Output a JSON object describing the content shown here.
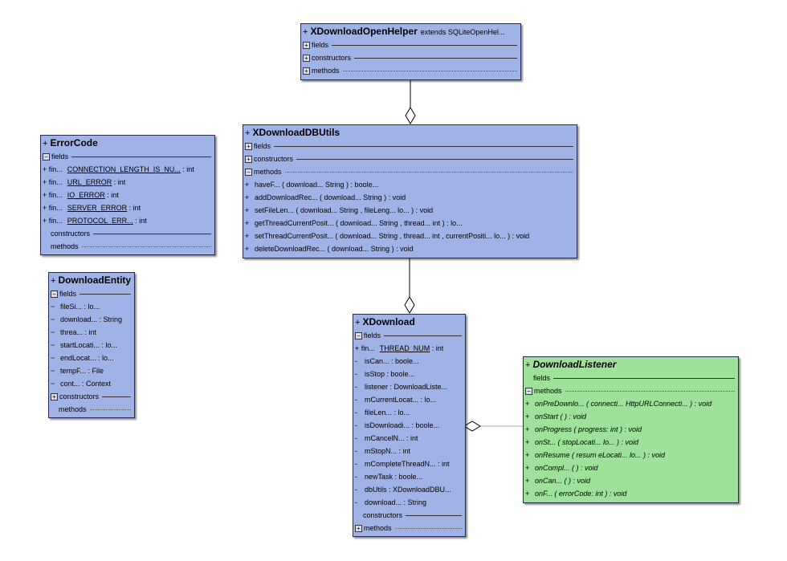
{
  "sections": {
    "fields": "fields",
    "constructors": "constructors",
    "methods": "methods"
  },
  "helper": {
    "name": "XDownloadOpenHelper",
    "extends": "extends  SQLiteOpenHel..."
  },
  "dbutils": {
    "name": "XDownloadDBUtils",
    "methods": [
      "haveF...  ( download...   String ) : boole...",
      "addDownloadRec...   ( download...   String ) : void",
      "setFileLen...   ( download...   String ,  fileLeng...   lo... ) : void",
      "getThreadCurrentPosit...   ( download...   String ,  thread...  int ) : lo...",
      "setThreadCurrentPosit...   ( download...   String ,  thread...  int ,  currentPositi...   lo... ) : void",
      "deleteDownloadRec...   ( download...   String ) : void"
    ]
  },
  "errorcode": {
    "name": "ErrorCode",
    "fields": [
      {
        "prefix": "+ fin...",
        "name": "CONNECTION_LENGTH_IS_NU...",
        "type": " : int"
      },
      {
        "prefix": "+ fin...",
        "name": "URL_ERROR",
        "type": " : int"
      },
      {
        "prefix": "+ fin...",
        "name": "IO_ERROR",
        "type": " : int"
      },
      {
        "prefix": "+ fin...",
        "name": "SERVER_ERROR",
        "type": " : int"
      },
      {
        "prefix": "+ fin...",
        "name": "PROTOCOL_ERR...",
        "type": " : int"
      }
    ]
  },
  "entity": {
    "name": "DownloadEntity",
    "fields": [
      "fileSi...   : lo...",
      "download...   : String",
      "threa...   : int",
      "startLocati...   : lo...",
      "endLocat...   : lo...",
      "tempF...   : File",
      "cont...   : Context"
    ]
  },
  "xdownload": {
    "name": "XDownload",
    "static_field": {
      "prefix": "+ fin...",
      "name": "THREAD_NUM",
      "type": " : int"
    },
    "fields": [
      "isCan...   : boole...",
      "isStop : boole...",
      "listener : DownloadListe...",
      "mCurrentLocat...   : lo...",
      "fileLen...   : lo...",
      "isDownloadi...   : boole...",
      "mCancelN...   : int",
      "mStopN...   : int",
      "mCompleteThreadN...   : int",
      "newTask : boole...",
      "dbUtils : XDownloadDBU...",
      "download...   : String"
    ]
  },
  "listener": {
    "name": "DownloadListener",
    "methods": [
      "onPreDownlo...   ( connecti...   HttpURLConnecti... ) : void",
      "onStart ( ) : void",
      "onProgress ( progress: int ) : void",
      "onSt...  ( stopLocati...   lo... ) : void",
      "onResume ( resum eLocati...   lo... ) : void",
      "onCompl...   ( ) : void",
      "onCan...   ( ) : void",
      "onF...   ( errorCode: int ) : void"
    ]
  },
  "symbols": {
    "plus": "+",
    "tilde": "~",
    "dash": "-",
    "expand": "+",
    "collapse": "−"
  }
}
